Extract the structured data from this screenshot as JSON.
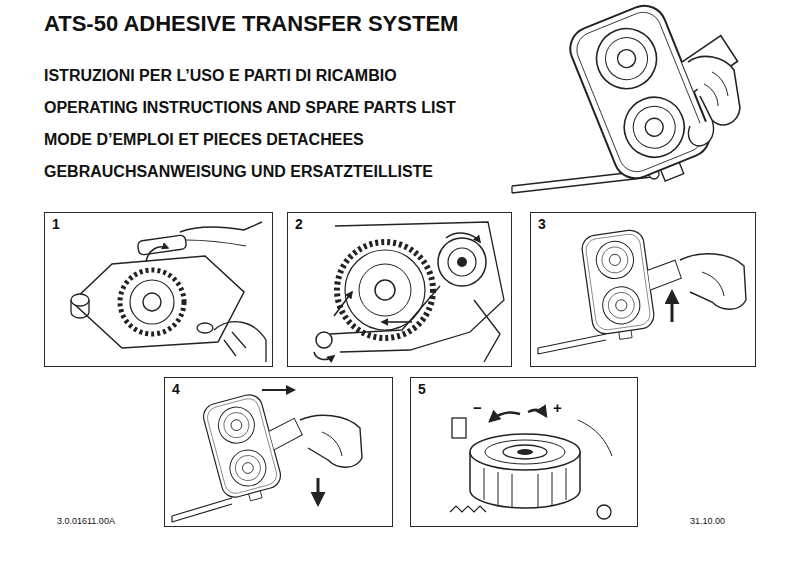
{
  "diagram": {
    "title": "ATS-50 ADHESIVE TRANSFER SYSTEM",
    "nodes": [
      {
        "text": [
          "1"
        ]
      },
      {
        "text": [
          "2"
        ]
      },
      {
        "text": [
          "3"
        ]
      },
      {
        "text": [
          "4"
        ]
      },
      {
        "text": [
          "5"
        ]
      }
    ],
    "labels": [
      "ISTRUZIONI PER L’USO E PARTI DI RICAMBIO",
      "OPERATING INSTRUCTIONS AND SPARE PARTS LIST",
      "MODE D’EMPLOI ET PIECES DETACHEES",
      "GEBRAUCHSANWEISUNG UND ERSATZTEILLISTE",
      "−",
      "+",
      "3.0.01611.00A",
      "31.10.00"
    ]
  }
}
